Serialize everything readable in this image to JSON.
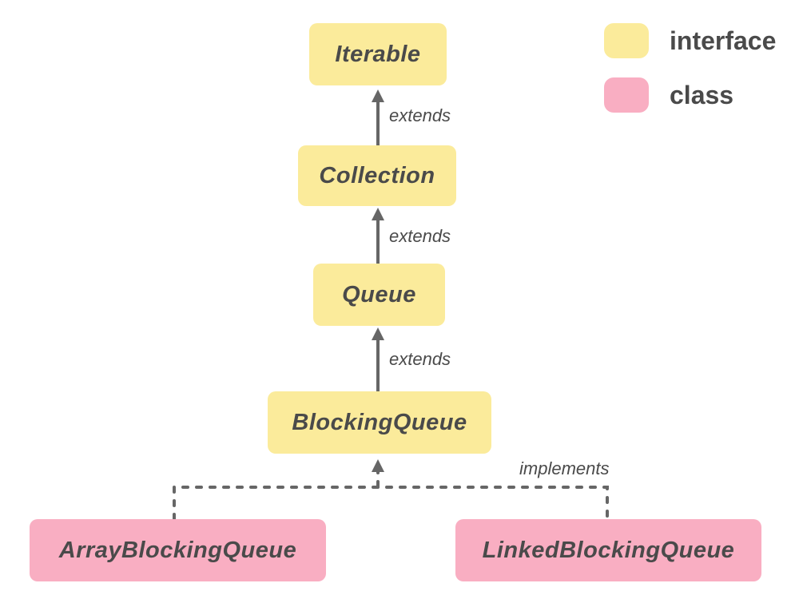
{
  "diagram": {
    "nodes": [
      {
        "id": "iterable",
        "label": "Iterable",
        "type": "interface"
      },
      {
        "id": "collection",
        "label": "Collection",
        "type": "interface"
      },
      {
        "id": "queue",
        "label": "Queue",
        "type": "interface"
      },
      {
        "id": "blockingqueue",
        "label": "BlockingQueue",
        "type": "interface"
      },
      {
        "id": "arrayblockingqueue",
        "label": "ArrayBlockingQueue",
        "type": "class"
      },
      {
        "id": "linkedblockingqueue",
        "label": "LinkedBlockingQueue",
        "type": "class"
      }
    ],
    "edges": [
      {
        "from": "Collection",
        "to": "Iterable",
        "label": "extends",
        "style": "solid-arrow"
      },
      {
        "from": "Queue",
        "to": "Collection",
        "label": "extends",
        "style": "solid-arrow"
      },
      {
        "from": "BlockingQueue",
        "to": "Queue",
        "label": "extends",
        "style": "solid-arrow"
      },
      {
        "from": "ArrayBlockingQueue, LinkedBlockingQueue",
        "to": "BlockingQueue",
        "label": "implements",
        "style": "dashed-arrow"
      }
    ],
    "legend": [
      {
        "label": "interface",
        "color": "#FBEB9B"
      },
      {
        "label": "class",
        "color": "#F9AEC2"
      }
    ],
    "colors": {
      "interface_fill": "#FBEB9B",
      "class_fill": "#F9AEC2",
      "arrow_color": "#666666",
      "text_color": "#4A4A4A",
      "bg_color": "#FFFFFF"
    }
  }
}
